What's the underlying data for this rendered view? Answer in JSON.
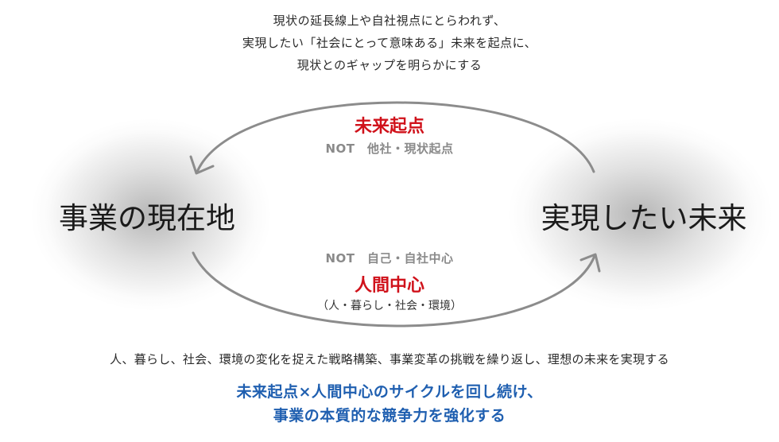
{
  "intro": {
    "lines": [
      "現状の延長線上や自社視点にとらわれず、",
      "実現したい「社会にとって意味ある」未来を起点に、",
      "現状とのギャップを明らかにする"
    ]
  },
  "nodes": {
    "left": "事業の現在地",
    "right": "実現したい未来"
  },
  "top_arc": {
    "title": "未来起点",
    "note": "NOT　他社・現状起点"
  },
  "bottom_arc": {
    "note": "NOT　自己・自社中心",
    "title": "人間中心",
    "sub": "（人・暮らし・社会・環境）"
  },
  "summary": "人、暮らし、社会、環境の変化を捉えた戦略構築、事業変革の挑戦を繰り返し、理想の未来を実現する",
  "conclusion": {
    "lines": [
      "未来起点×人間中心のサイクルを回し続け、",
      "事業の本質的な競争力を強化する"
    ]
  },
  "colors": {
    "accent_red": "#d0121b",
    "accent_blue": "#1f5fb0",
    "note_gray": "#8a8a8a",
    "arc_gray": "#8c8c8c",
    "glow_gray": "#c8c8c8"
  }
}
